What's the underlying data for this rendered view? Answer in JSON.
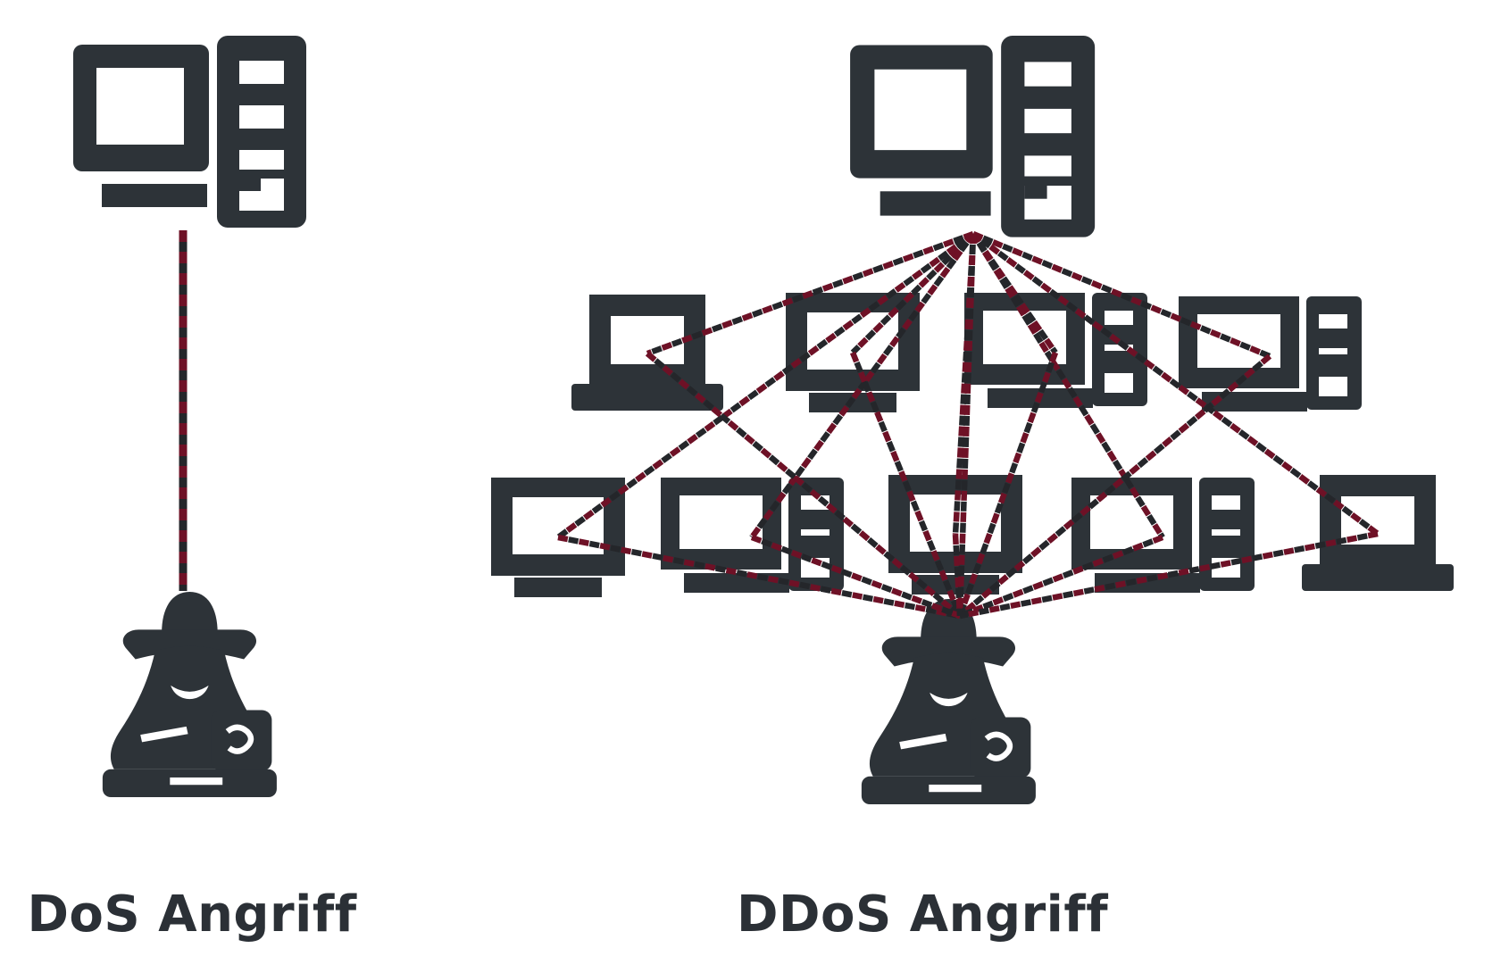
{
  "colors": {
    "icon_dark": "#2d3338",
    "dash_red": "#6e1126",
    "dash_dark": "#24262a",
    "label_text": "#2b3036",
    "page_bg": "#ffffff"
  },
  "panels": {
    "dos": {
      "label": "DoS Angriff",
      "target_icon": "desktop-computer-icon",
      "attacker_icon": "hacker-spy-icon",
      "connections": [
        "attacker-to-target-dashed-line"
      ]
    },
    "ddos": {
      "label": "DDoS Angriff",
      "target_icon": "desktop-computer-icon",
      "attacker_icon": "hacker-spy-icon",
      "zombie_row_1": [
        "laptop-icon",
        "monitor-icon",
        "desktop-tower-icon",
        "desktop-tower-icon"
      ],
      "zombie_row_2": [
        "monitor-icon",
        "desktop-tower-icon",
        "monitor-icon",
        "desktop-tower-icon",
        "laptop-icon"
      ],
      "connections": [
        "target-to-each-zombie-dashed-line",
        "each-zombie-to-attacker-dashed-line",
        "target-to-attacker-dashed-line"
      ]
    }
  }
}
